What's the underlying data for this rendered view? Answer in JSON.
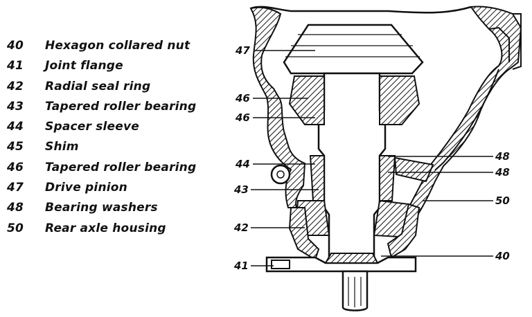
{
  "legend": [
    {
      "num": "40",
      "label": "Hexagon collared nut"
    },
    {
      "num": "41",
      "label": "Joint flange"
    },
    {
      "num": "42",
      "label": "Radial seal ring"
    },
    {
      "num": "43",
      "label": "Tapered roller bearing"
    },
    {
      "num": "44",
      "label": "Spacer sleeve"
    },
    {
      "num": "45",
      "label": "Shim"
    },
    {
      "num": "46",
      "label": "Tapered roller bearing"
    },
    {
      "num": "47",
      "label": "Drive pinion"
    },
    {
      "num": "48",
      "label": "Bearing washers"
    },
    {
      "num": "50",
      "label": "Rear axle housing"
    }
  ],
  "callouts": {
    "c47": "47",
    "c46a": "46",
    "c46b": "46",
    "c44": "44",
    "c43": "43",
    "c42": "42",
    "c41": "41",
    "c48a": "48",
    "c48b": "48",
    "c50": "50",
    "c40": "40"
  }
}
